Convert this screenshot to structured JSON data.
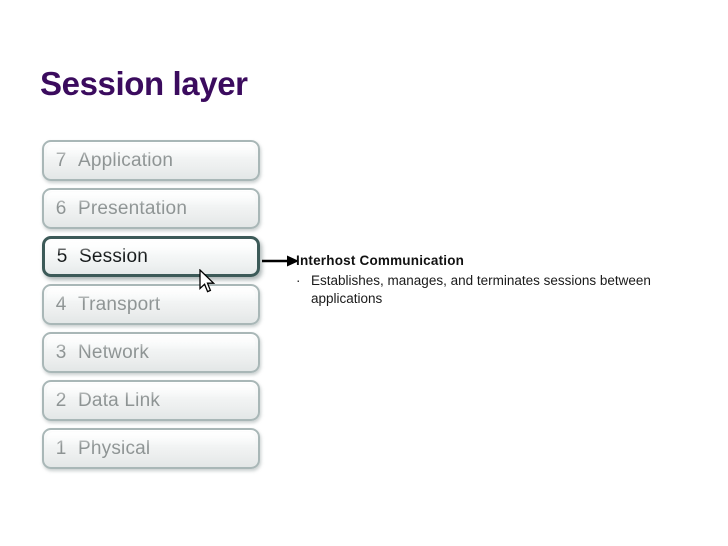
{
  "slide": {
    "title": "Session layer",
    "title_color": "#3b0b5e",
    "background_color": "#ffffff"
  },
  "osi_stack": {
    "active_layer_number": "5",
    "active_border_color": "#3c5a58",
    "inactive_text_color": "#8e9494",
    "active_text_color": "#15191a",
    "layers": [
      {
        "number": "7",
        "name": "Application",
        "active": false
      },
      {
        "number": "6",
        "name": "Presentation",
        "active": false
      },
      {
        "number": "5",
        "name": "Session",
        "active": true
      },
      {
        "number": "4",
        "name": "Transport",
        "active": false
      },
      {
        "number": "3",
        "name": "Network",
        "active": false
      },
      {
        "number": "2",
        "name": "Data Link",
        "active": false
      },
      {
        "number": "1",
        "name": "Physical",
        "active": false
      }
    ]
  },
  "annotation": {
    "heading": "Interhost Communication",
    "bullet_marker": "·",
    "bullet": "Establishes, manages, and terminates sessions between applications"
  },
  "icons": {
    "arrow": "callout-arrow-icon",
    "cursor": "mouse-pointer-icon"
  }
}
